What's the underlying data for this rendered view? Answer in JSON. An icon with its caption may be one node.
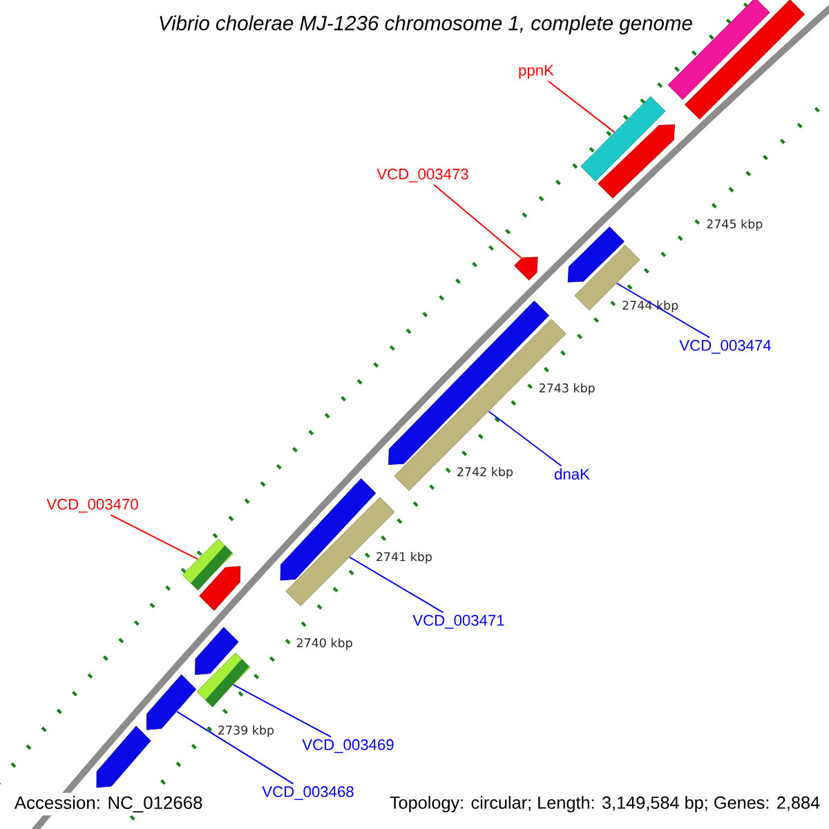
{
  "diagram": {
    "title": "Vibrio cholerae MJ-1236 chromosome 1, complete genome",
    "nodes": [
      {
        "text": [
          "ppnK"
        ]
      },
      {
        "text": [
          "VCD_003473"
        ]
      },
      {
        "text": [
          "VCD_003474"
        ]
      },
      {
        "text": [
          "dnaK"
        ]
      },
      {
        "text": [
          "VCD_003470"
        ]
      },
      {
        "text": [
          "VCD_003471"
        ]
      },
      {
        "text": [
          "VCD_003469"
        ]
      },
      {
        "text": [
          "VCD_003468"
        ]
      },
      {
        "text": [],
        "shape": "bar"
      },
      {
        "text": [],
        "shape": "bar"
      },
      {
        "text": [],
        "shape": "bar"
      },
      {
        "text": [],
        "shape": "pentagon"
      },
      {
        "text": [],
        "shape": "pentagon"
      },
      {
        "text": [],
        "shape": "pentagon"
      },
      {
        "text": [],
        "shape": "bar"
      },
      {
        "text": [],
        "shape": "pentagon"
      },
      {
        "text": [],
        "shape": "bar"
      },
      {
        "text": [],
        "shape": "pentagon"
      },
      {
        "text": [],
        "shape": "bar"
      },
      {
        "text": [],
        "shape": "bar"
      },
      {
        "text": [],
        "shape": "pentagon"
      },
      {
        "text": [],
        "shape": "pentagon"
      },
      {
        "text": [],
        "shape": "bar"
      },
      {
        "text": [],
        "shape": "pentagon"
      },
      {
        "text": [],
        "shape": "pentagon"
      }
    ],
    "edges": [
      {
        "from": 0,
        "to": 10,
        "arrow": "none",
        "color": "#ff0000"
      },
      {
        "from": 1,
        "to": 12,
        "arrow": "none",
        "color": "#ff0000"
      },
      {
        "from": 2,
        "to": 14,
        "arrow": "none"
      },
      {
        "from": 3,
        "to": 16,
        "arrow": "none"
      },
      {
        "from": 4,
        "to": 19,
        "arrow": "none",
        "color": "#ff0000"
      },
      {
        "from": 5,
        "to": 18,
        "arrow": "none"
      },
      {
        "from": 6,
        "to": 22,
        "arrow": "none"
      },
      {
        "from": 7,
        "to": 23,
        "arrow": "none"
      }
    ],
    "labels": [
      "2745 kbp",
      "2744 kbp",
      "2743 kbp",
      "2742 kbp",
      "2741 kbp",
      "2740 kbp",
      "2739 kbp",
      "Accession: NC_012668",
      "Topology: circular; Length: 3,149,584 bp; Genes: 2,884"
    ]
  }
}
